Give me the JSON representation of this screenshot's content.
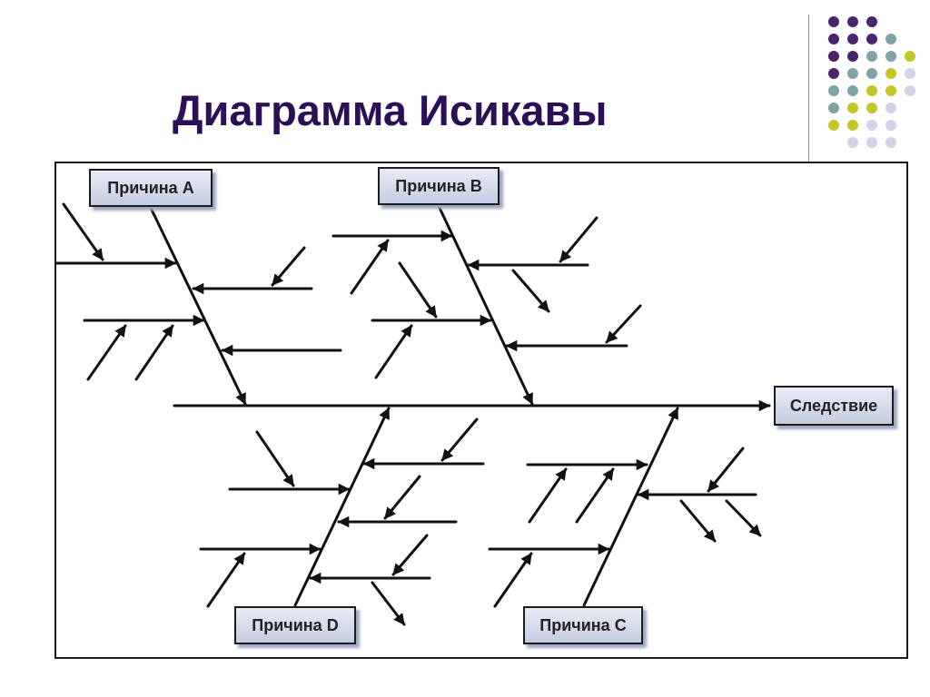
{
  "title": "Диаграмма Исикавы",
  "colors": {
    "title": "#2b0f57",
    "dot_purple": "#4b2470",
    "dot_teal": "#7fa3a4",
    "dot_olive": "#c3c627",
    "dot_lilac": "#d2d3e6",
    "line": "#111111",
    "box_fill": "#c5cbe2"
  },
  "diagram": {
    "effect": "Следствие",
    "causes": [
      "Причина A",
      "Причина B",
      "Причина D",
      "Причина C"
    ]
  }
}
